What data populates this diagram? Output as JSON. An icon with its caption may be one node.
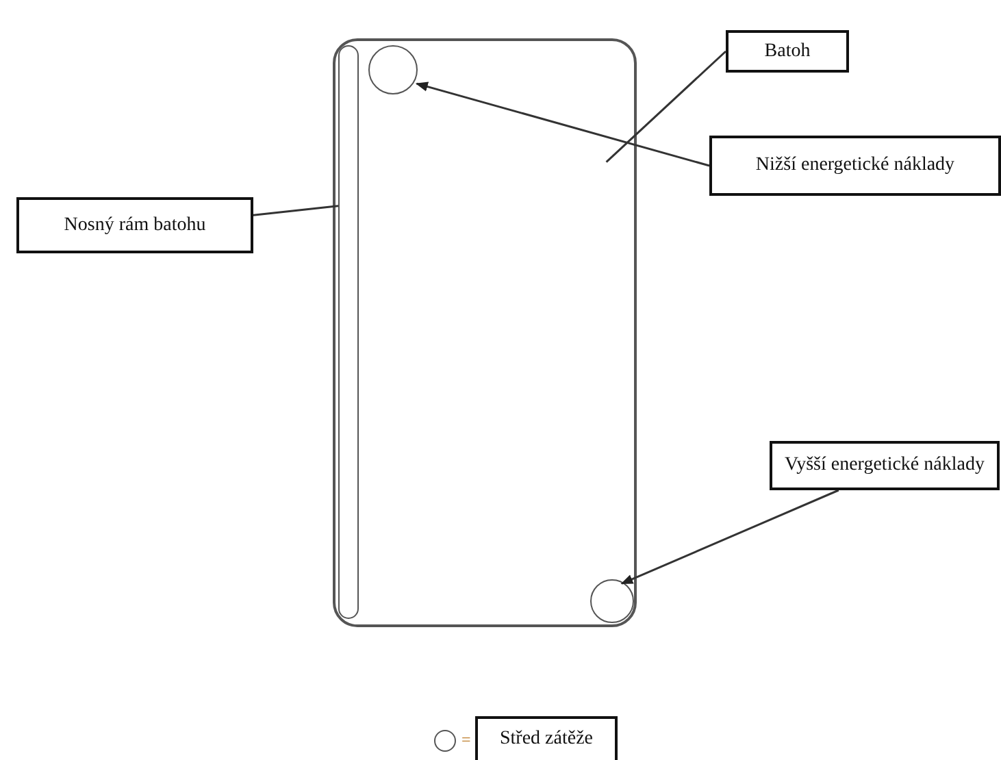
{
  "diagram": {
    "nodes": [
      {
        "text": [],
        "shape": "box"
      },
      {
        "text": [],
        "shape": "bar",
        "in": 0
      },
      {
        "text": [],
        "shape": "circle",
        "in": 0
      },
      {
        "text": [],
        "shape": "circle",
        "in": 0
      },
      {
        "text": [
          "Batoh"
        ]
      },
      {
        "text": [
          "Nižší energetické náklady"
        ]
      },
      {
        "text": [
          "Nosný rám batohu"
        ]
      },
      {
        "text": [
          "Vyšší energetické náklady"
        ]
      }
    ],
    "edges": [
      {
        "from": 4,
        "to": 0,
        "arrow": "none"
      },
      {
        "from": 5,
        "to": 2,
        "arrow": "to"
      },
      {
        "from": 6,
        "to": 1,
        "arrow": "none"
      },
      {
        "from": 7,
        "to": 3,
        "arrow": "to"
      }
    ],
    "labels": [
      "="
    ],
    "legend": [
      {
        "text": "Střed zátěže"
      }
    ]
  }
}
